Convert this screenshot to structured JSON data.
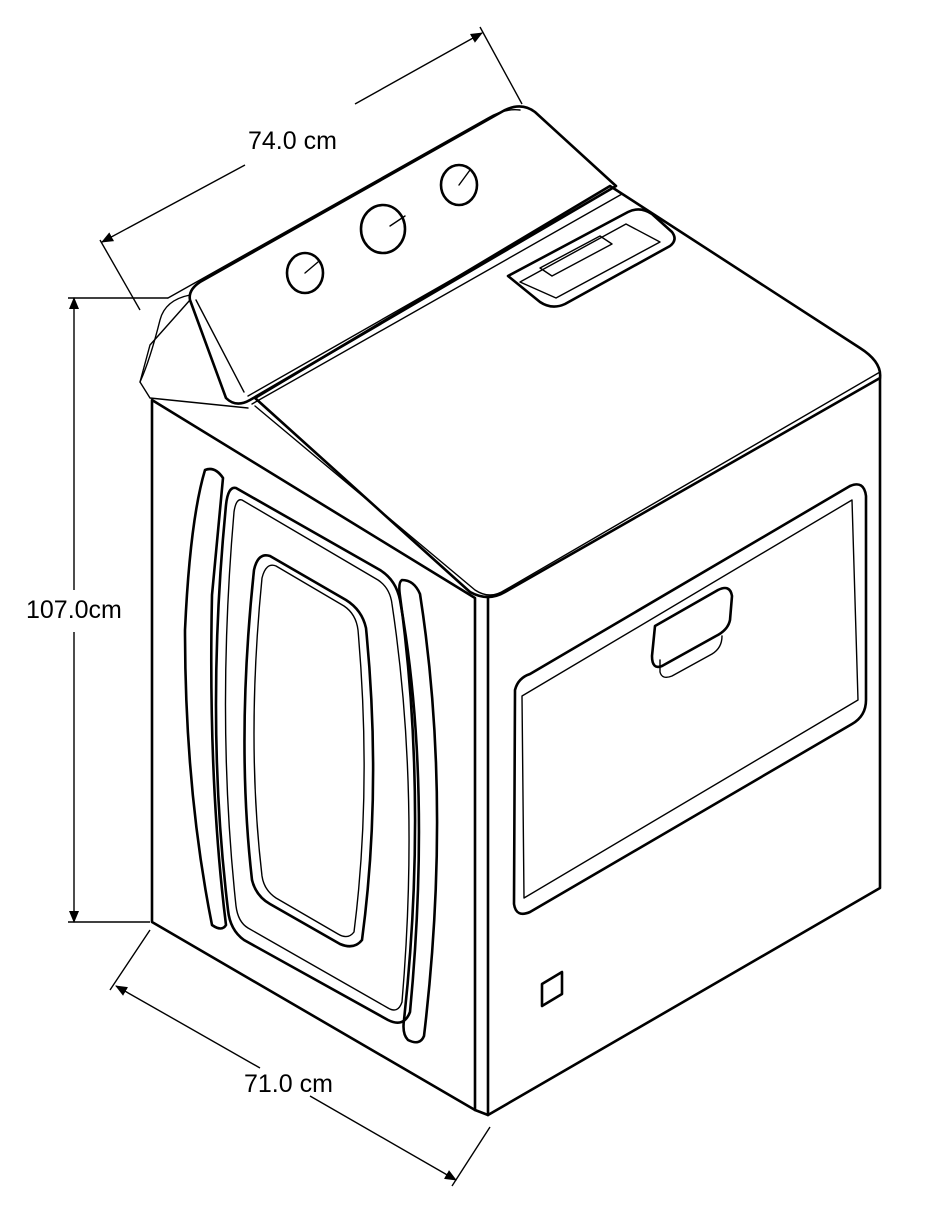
{
  "dimensions": {
    "width_label": "74.0 cm",
    "height_label": "107.0cm",
    "depth_label": "71.0 cm"
  },
  "product": {
    "knob_count": 3
  }
}
